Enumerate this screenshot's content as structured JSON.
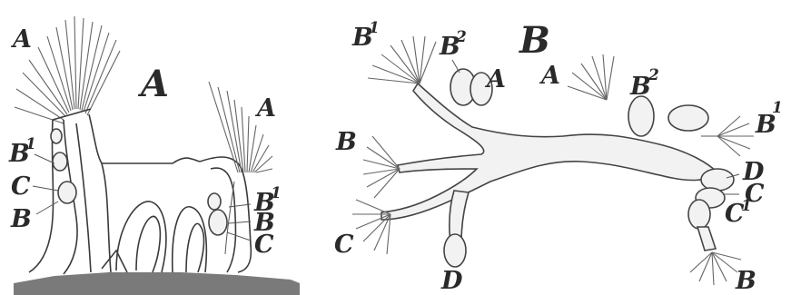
{
  "figure": {
    "left": {
      "title": "A",
      "labels": {
        "a_top": "A",
        "a_right": "A",
        "b1_left": "B",
        "b1_left_sup": "1",
        "c_left": "C",
        "b_left": "B",
        "b1_right": "B",
        "b1_right_sup": "1",
        "b_right": "B",
        "c_right": "C"
      }
    },
    "right": {
      "title": "B",
      "labels": {
        "b1_top": "B",
        "b1_top_sup": "1",
        "b2_top": "B",
        "b2_top_sup": "2",
        "a_mid": "A",
        "a_mid2": "A",
        "b2_mid": "B",
        "b2_mid_sup": "2",
        "b1_right": "B",
        "b1_right_sup": "1",
        "b_left": "B",
        "d_right": "D",
        "c_right": "C",
        "c1_right": "C",
        "c1_right_sup": "1",
        "c_left": "C",
        "d_bottom": "D",
        "b_bottom": "B"
      }
    }
  }
}
